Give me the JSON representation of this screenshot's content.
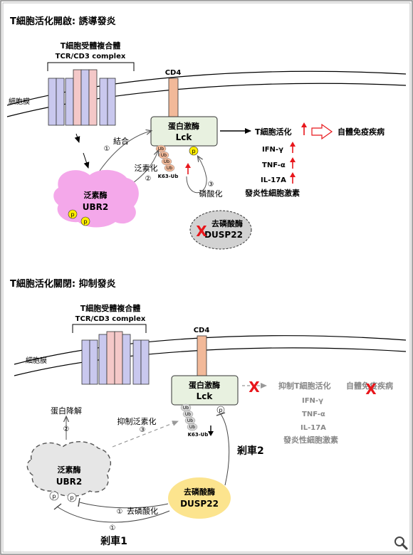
{
  "panel_top": {
    "title": "T細胞活化開啟: 誘導發炎",
    "tcr_label": "T細胞受體複合體",
    "tcr_sub": "TCR/CD3 complex",
    "membrane": "細胞膜",
    "cd4": "CD4",
    "lck_line1": "蛋白激酶",
    "lck_line2": "Lck",
    "ub": "Ub",
    "p": "p",
    "k63": "K63-Ub",
    "bind_num": "①",
    "bind": "結合",
    "ubiq_num": "②",
    "ubiq": "泛素化",
    "phos_num": "③",
    "phos": "磷酸化",
    "ubr2_line1": "泛素酶",
    "ubr2_line2": "UBR2",
    "tcell": "T細胞活化",
    "autoimmune": "自體免疫疾病",
    "ifn": "IFN-γ",
    "tnf": "TNF-α",
    "il17": "IL-17A",
    "cytokines": "發炎性細胞激素",
    "dusp_line1": "去磷酸酶",
    "dusp_line2": "DUSP22",
    "x": "X"
  },
  "panel_bottom": {
    "title": "T細胞活化關閉: 抑制發炎",
    "tcr_label": "T細胞受體複合體",
    "tcr_sub": "TCR/CD3 complex",
    "membrane": "細胞膜",
    "cd4": "CD4",
    "lck_line1": "蛋白激酶",
    "lck_line2": "Lck",
    "ub": "Ub",
    "p": "p",
    "k63": "K63-Ub",
    "inhibit_tcell": "抑制T細胞活化",
    "autoimmune": "自體免疫疾病",
    "ifn": "IFN-γ",
    "tnf": "TNF-α",
    "il17": "IL-17A",
    "cytokines": "發炎性細胞激素",
    "degrade_num": "②",
    "degrade": "蛋白降解",
    "inhibit_ubiq_num": "③",
    "inhibit_ubiq": "抑制泛素化",
    "ubr2_line1": "泛素酶",
    "ubr2_line2": "UBR2",
    "dusp_line1": "去磷酸酶",
    "dusp_line2": "DUSP22",
    "dephos_num": "①",
    "dephos": "去磷酸化",
    "brake1_num": "①",
    "brake1": "剎車1",
    "brake2": "剎車2",
    "x": "X"
  },
  "colors": {
    "tcr_blue": "#c9c8ee",
    "tcr_pink": "#f4c8c8",
    "cd4": "#f2b999",
    "lck": "#e8f1e0",
    "ubr2": "#f4a8ea",
    "p_yellow": "#ffee00",
    "dusp_top": "#d2d2d2",
    "dusp_bottom": "#fce48e",
    "red": "#e8161b",
    "gray_text": "#888888"
  }
}
